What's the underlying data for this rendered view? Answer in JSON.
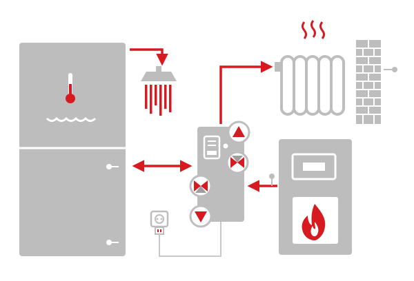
{
  "diagram": {
    "colors": {
      "background": "#ffffff",
      "equipment_gray": "#bdbdbd",
      "equipment_dark": "#9e9e9e",
      "accent_red": "#d71920",
      "white": "#ffffff",
      "line_gray": "#c8c8c8"
    },
    "components": [
      {
        "id": "storage-tank",
        "icon": "thermometer-icon"
      },
      {
        "id": "shower",
        "icon": "shower-icon"
      },
      {
        "id": "radiator",
        "icon": "radiator-icon"
      },
      {
        "id": "wall",
        "icon": "brick-wall-icon"
      },
      {
        "id": "control-unit",
        "icon": "control-display-icon"
      },
      {
        "id": "boiler",
        "icon": "flame-icon"
      },
      {
        "id": "power-outlet",
        "icon": "power-socket-icon"
      }
    ],
    "flows": [
      {
        "from": "storage-tank",
        "to": "shower",
        "direction": "one-way"
      },
      {
        "from": "storage-tank",
        "to": "control-unit",
        "direction": "two-way"
      },
      {
        "from": "control-unit",
        "to": "radiator",
        "direction": "one-way"
      },
      {
        "from": "boiler",
        "to": "control-unit",
        "direction": "one-way"
      }
    ],
    "pumps": [
      {
        "id": "pump-top",
        "icon": "arrow-up-icon",
        "color": "red"
      },
      {
        "id": "valve-right",
        "icon": "mixing-valve-icon",
        "color": "red-gray"
      },
      {
        "id": "valve-left",
        "icon": "mixing-valve-icon",
        "color": "red-gray"
      },
      {
        "id": "pump-bottom",
        "icon": "arrow-down-icon",
        "color": "red"
      }
    ]
  }
}
